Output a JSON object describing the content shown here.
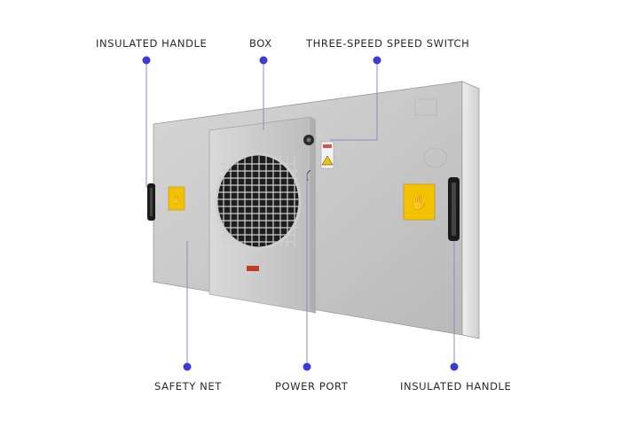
{
  "labels": {
    "insulated_handle_top": "INSULATED HANDLE",
    "box": "BOX",
    "three_speed_switch": "THREE-SPEED SPEED SWITCH",
    "safety_net": "SAFETY NET",
    "power_port": "POWER PORT",
    "insulated_handle_bottom": "INSULATED HANDLE"
  },
  "colors": {
    "callout_dot": "#3b3bd6",
    "callout_line": "#8a8ac8",
    "panel_face": "#c9c9c9",
    "panel_side": "#e4e4e4",
    "warning_yellow": "#f2c200"
  },
  "icons": [
    "fan-grille-icon",
    "warning-sticker-icon",
    "speed-switch-knob-icon",
    "handle-icon"
  ]
}
